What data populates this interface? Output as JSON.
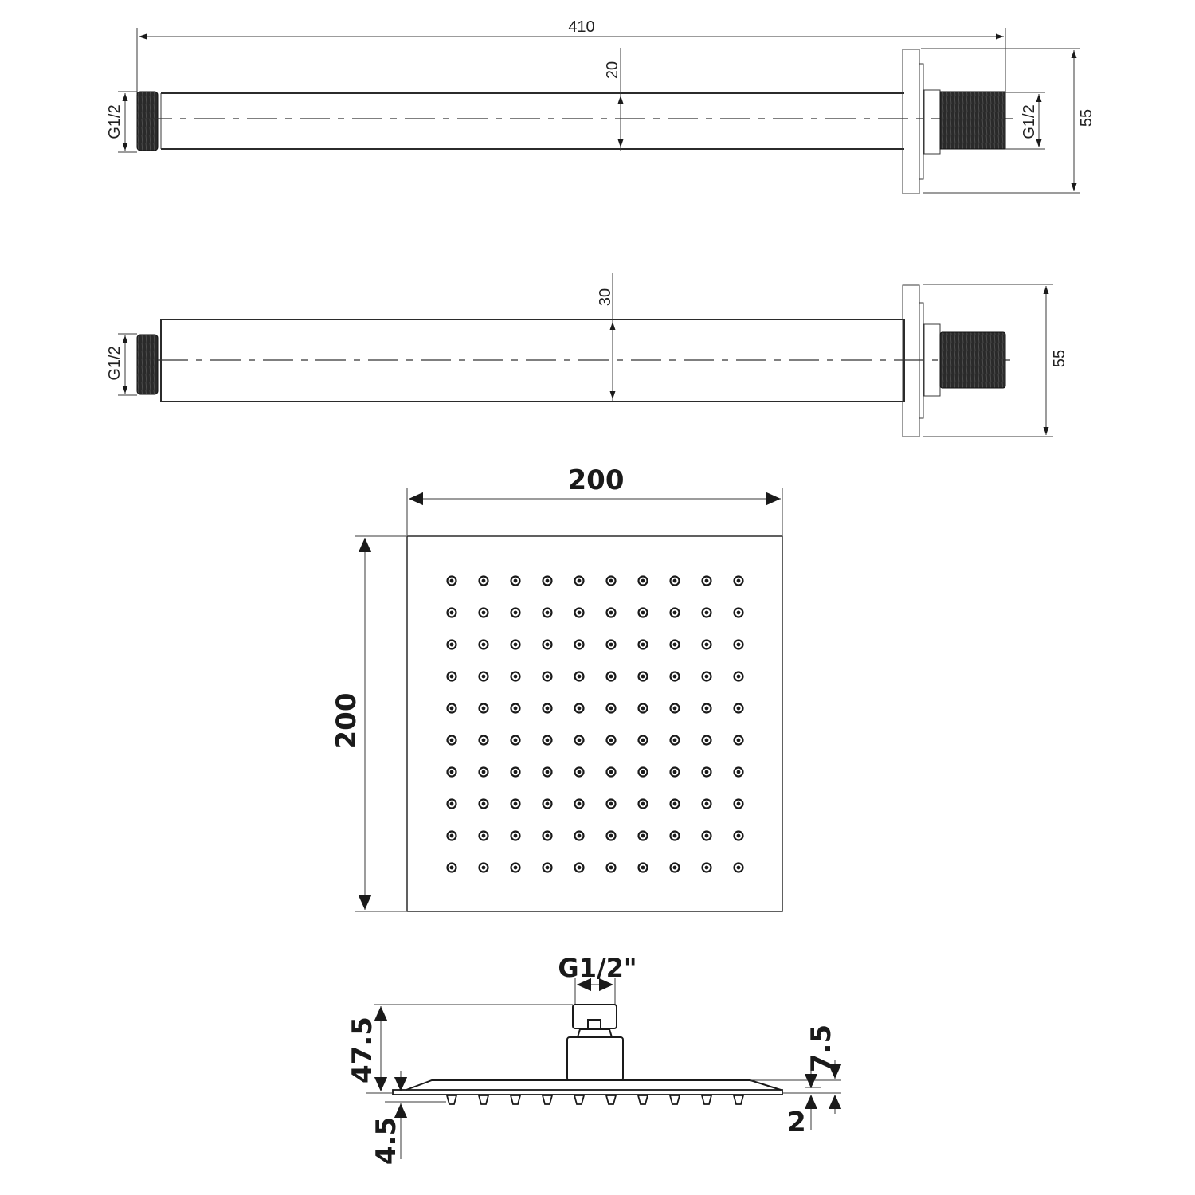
{
  "drawing": {
    "type": "technical drawing - square rain shower head with wall arms",
    "units": "mm",
    "line_color": "#2b2b2b",
    "background": "#ffffff"
  },
  "arm_20": {
    "length_label": "410",
    "diameter_label": "20",
    "left_thread_label": "G1/2",
    "right_thread_label": "G1/2",
    "flange_label": "55"
  },
  "arm_30": {
    "diameter_label": "30",
    "left_thread_label": "G1/2",
    "flange_label": "55"
  },
  "head_top_view": {
    "width_label": "200",
    "height_label": "200",
    "nozzle_rows": 10,
    "nozzle_cols": 10
  },
  "head_side_view": {
    "connector_label": "G1/2\"",
    "total_height_label": "47.5",
    "plate_label": "4.5",
    "edge_height_label": "7.5",
    "edge_thickness_label": "2",
    "nozzle_count": 10
  }
}
